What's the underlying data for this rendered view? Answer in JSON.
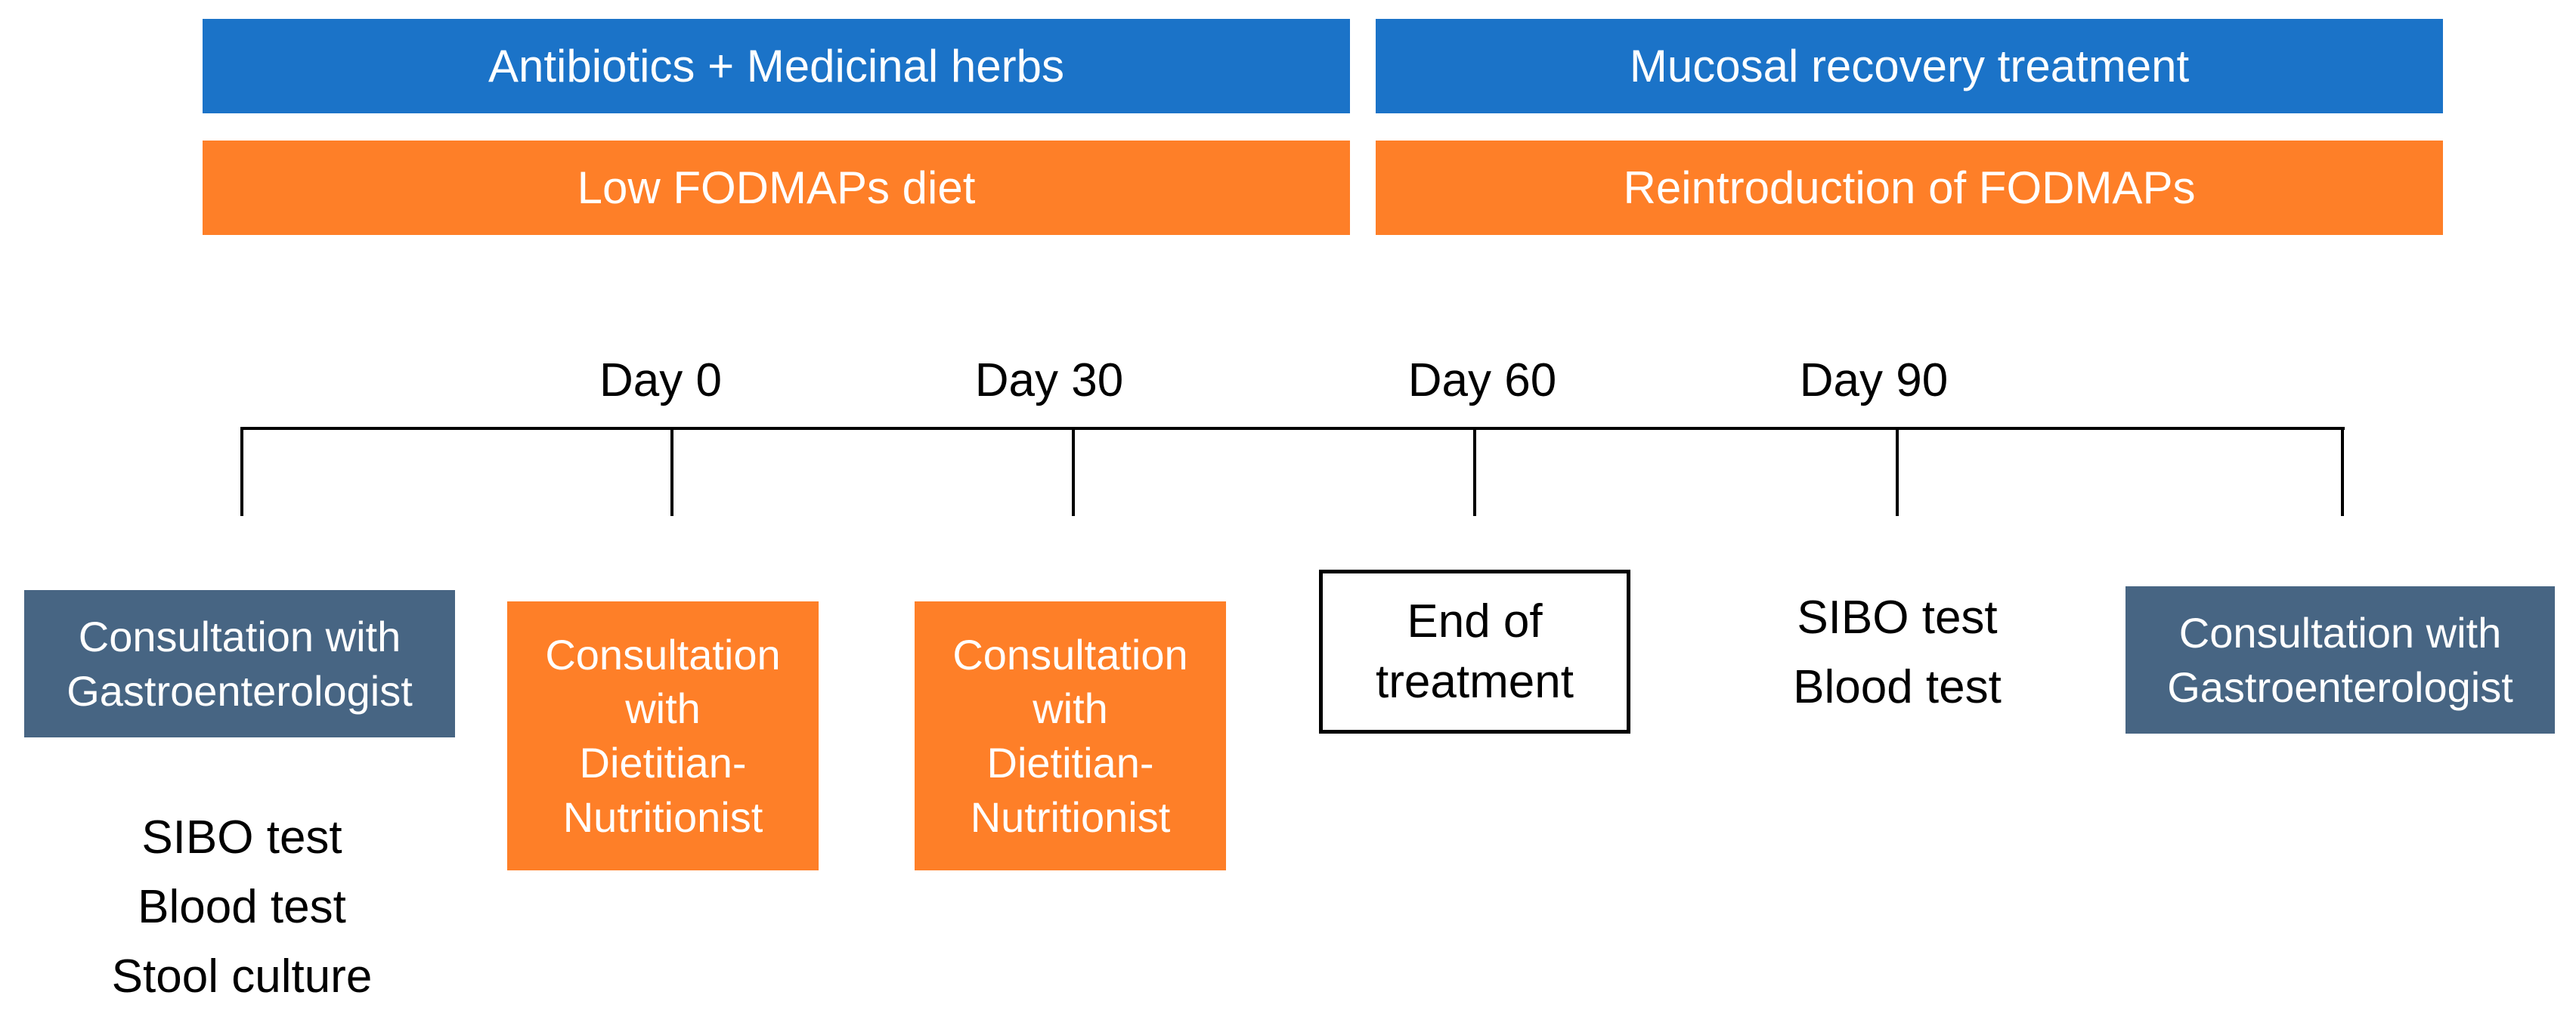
{
  "phases": {
    "antibiotics": "Antibiotics + Medicinal herbs",
    "mucosal": "Mucosal recovery treatment",
    "low_fodmap": "Low FODMAPs diet",
    "reintroduction": "Reintroduction of FODMAPs",
    "colors": {
      "treatment": "#1b73c8",
      "diet": "#fe7f28"
    }
  },
  "timeline": {
    "days": [
      "Day 0",
      "Day 30",
      "Day 60",
      "Day 90"
    ]
  },
  "steps": {
    "gastro_start": {
      "lines": [
        "Consultation with",
        "Gastroenterologist"
      ]
    },
    "baseline_tests": {
      "lines": [
        "SIBO test",
        "Blood test",
        "Stool culture"
      ]
    },
    "dietitian_1": {
      "lines": [
        "Consultation",
        "with",
        "Dietitian-",
        "Nutritionist"
      ]
    },
    "dietitian_2": {
      "lines": [
        "Consultation",
        "with",
        "Dietitian-",
        "Nutritionist"
      ]
    },
    "end_of_treatment": {
      "lines": [
        "End of",
        "treatment"
      ]
    },
    "followup_tests": {
      "lines": [
        "SIBO test",
        "Blood test"
      ]
    },
    "gastro_end": {
      "lines": [
        "Consultation with",
        "Gastroenterologist"
      ]
    },
    "colors": {
      "gastro": "#476583",
      "dietitian": "#fe7f28"
    }
  }
}
